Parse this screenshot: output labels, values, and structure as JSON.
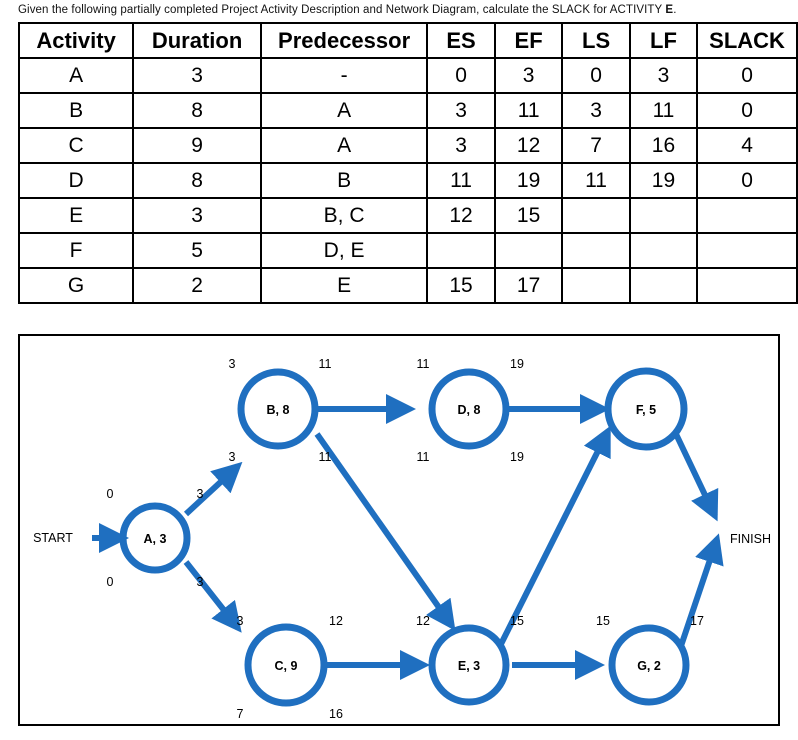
{
  "prompt": {
    "text_before": "Given the following partially completed Project Activity Description and Network Diagram, calculate the SLACK for ACTIVITY ",
    "highlight": "E",
    "text_after": "."
  },
  "table": {
    "headers": [
      "Activity",
      "Duration",
      "Predecessor",
      "ES",
      "EF",
      "LS",
      "LF",
      "SLACK"
    ],
    "rows": [
      [
        "A",
        "3",
        "-",
        "0",
        "3",
        "0",
        "3",
        "0"
      ],
      [
        "B",
        "8",
        "A",
        "3",
        "11",
        "3",
        "11",
        "0"
      ],
      [
        "C",
        "9",
        "A",
        "3",
        "12",
        "7",
        "16",
        "4"
      ],
      [
        "D",
        "8",
        "B",
        "11",
        "19",
        "11",
        "19",
        "0"
      ],
      [
        "E",
        "3",
        "B, C",
        "12",
        "15",
        "",
        "",
        ""
      ],
      [
        "F",
        "5",
        "D, E",
        "",
        "",
        "",
        "",
        ""
      ],
      [
        "G",
        "2",
        "E",
        "15",
        "17",
        "",
        "",
        ""
      ]
    ]
  },
  "diagram": {
    "accent_color": "#1f6fc0",
    "start_label": "START",
    "finish_label": "FINISH",
    "nodes": [
      {
        "id": "A",
        "label": "A, 3",
        "es": "0",
        "ef": "3",
        "ls": "0",
        "lf": "3"
      },
      {
        "id": "B",
        "label": "B, 8",
        "es": "3",
        "ef": "11",
        "ls": "3",
        "lf": "11"
      },
      {
        "id": "C",
        "label": "C, 9",
        "es": "3",
        "ef": "12",
        "ls": "7",
        "lf": "16"
      },
      {
        "id": "D",
        "label": "D, 8",
        "es": "11",
        "ef": "19",
        "ls": "11",
        "lf": "19"
      },
      {
        "id": "E",
        "label": "E, 3",
        "es": "12",
        "ef": "15",
        "ls": "",
        "lf": ""
      },
      {
        "id": "F",
        "label": "F, 5",
        "es": "",
        "ef": "",
        "ls": "",
        "lf": ""
      },
      {
        "id": "G",
        "label": "G, 2",
        "es": "15",
        "ef": "17",
        "ls": "",
        "lf": ""
      }
    ]
  }
}
